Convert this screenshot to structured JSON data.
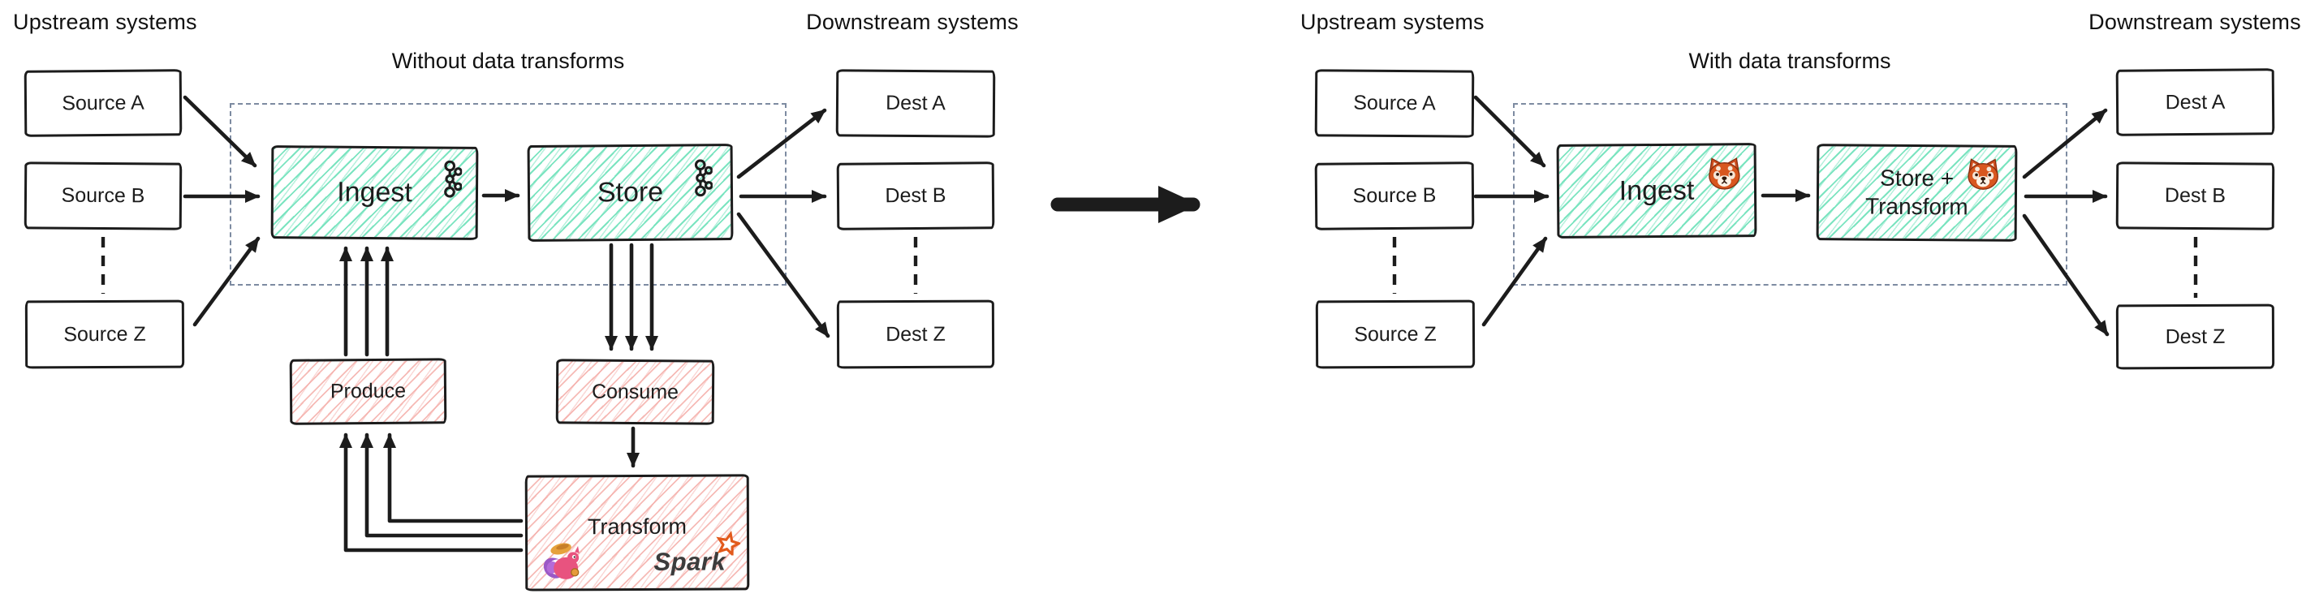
{
  "colors": {
    "ink": "#1c1c1c",
    "teal_hatch": "#74e3bd",
    "pink_hatch": "#f4a9a4",
    "dashed_border": "#7d8ba1",
    "spark_orange": "#e25a1c",
    "spark_text": "#3c3c3c",
    "redpanda_orange": "#d8571f",
    "flink_pink": "#e8537f",
    "flink_purple": "#9b59c6"
  },
  "left": {
    "upstream_label": "Upstream systems",
    "title": "Without data transforms",
    "downstream_label": "Downstream systems",
    "sources": [
      "Source A",
      "Source B",
      "Source Z"
    ],
    "dests": [
      "Dest A",
      "Dest B",
      "Dest Z"
    ],
    "ingest_label": "Ingest",
    "store_label": "Store",
    "produce_label": "Produce",
    "consume_label": "Consume",
    "transform_label": "Transform",
    "spark_label": "Spark",
    "ingest_icon": "kafka-logo",
    "store_icon": "kafka-logo",
    "transform_icons": [
      "flink-squirrel-logo",
      "spark-logo"
    ]
  },
  "right": {
    "upstream_label": "Upstream systems",
    "title": "With data transforms",
    "downstream_label": "Downstream systems",
    "sources": [
      "Source A",
      "Source B",
      "Source Z"
    ],
    "dests": [
      "Dest A",
      "Dest B",
      "Dest Z"
    ],
    "ingest_label": "Ingest",
    "store_line1": "Store +",
    "store_line2": "Transform",
    "ingest_icon": "redpanda-logo",
    "store_icon": "redpanda-logo"
  }
}
